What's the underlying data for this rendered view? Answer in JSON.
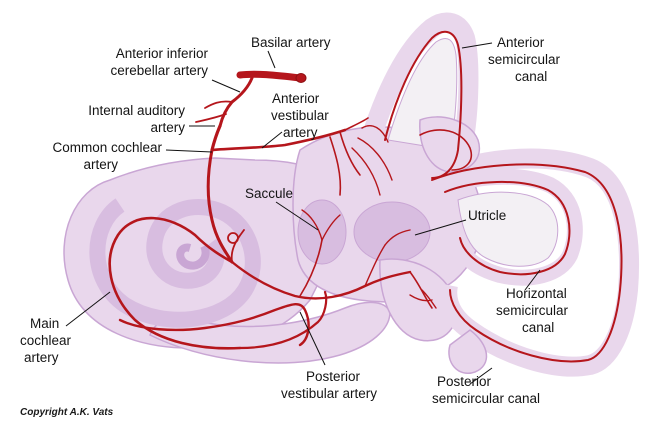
{
  "figure": {
    "colors": {
      "background": "#ffffff",
      "tissue_fill": "#e9d7ec",
      "tissue_edge": "#c9a6d4",
      "tissue_shade": "#d8bde0",
      "artery": "#b5161c",
      "artery_dark": "#8e0f12",
      "leader": "#111111"
    },
    "labels": {
      "basilar": "Basilar artery",
      "aica_1": "Anterior inferior",
      "aica_2": "cerebellar artery",
      "iaa_1": "Internal auditory",
      "iaa_2": "artery",
      "cca_1": "Common cochlear",
      "cca_2": "artery",
      "ava_1": "Anterior",
      "ava_2": "vestibular",
      "ava_3": "artery",
      "asc_1": "Anterior",
      "asc_2": "semicircular",
      "asc_3": "canal",
      "saccule": "Saccule",
      "utricle": "Utricle",
      "hsc_1": "Horizontal",
      "hsc_2": "semicircular",
      "hsc_3": "canal",
      "mca_1": "Main",
      "mca_2": "cochlear",
      "mca_3": "artery",
      "pva_1": "Posterior",
      "pva_2": "vestibular artery",
      "psc_1": "Posterior",
      "psc_2": "semicircular canal"
    },
    "copyright": "Copyright A.K. Vats"
  }
}
